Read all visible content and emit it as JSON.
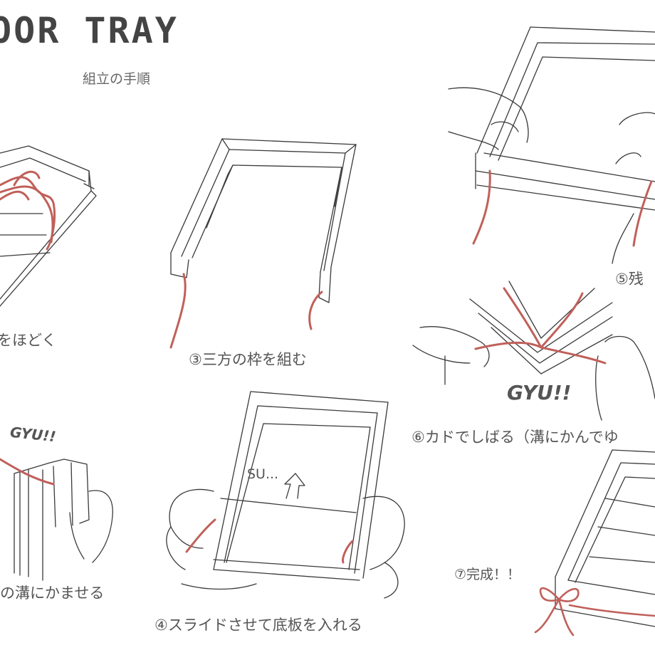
{
  "title": "OOR TRAY",
  "subtitle": "組立の手順",
  "captions": {
    "step1": "をほどく",
    "step2": "の溝にかませる",
    "step3": "③三方の枠を組む",
    "step4": "④スライドさせて底板を入れる",
    "step5": "⑤残",
    "step6": "⑥カドでしばる（溝にかんでゆ",
    "step7": "⑦完成！！"
  },
  "sounds": {
    "gyu_left": "GYU!!",
    "gyu_right": "GYU!!",
    "su": "SU..."
  },
  "colors": {
    "line": "#3a3a3a",
    "string": "#c0605a",
    "text": "#555555"
  }
}
